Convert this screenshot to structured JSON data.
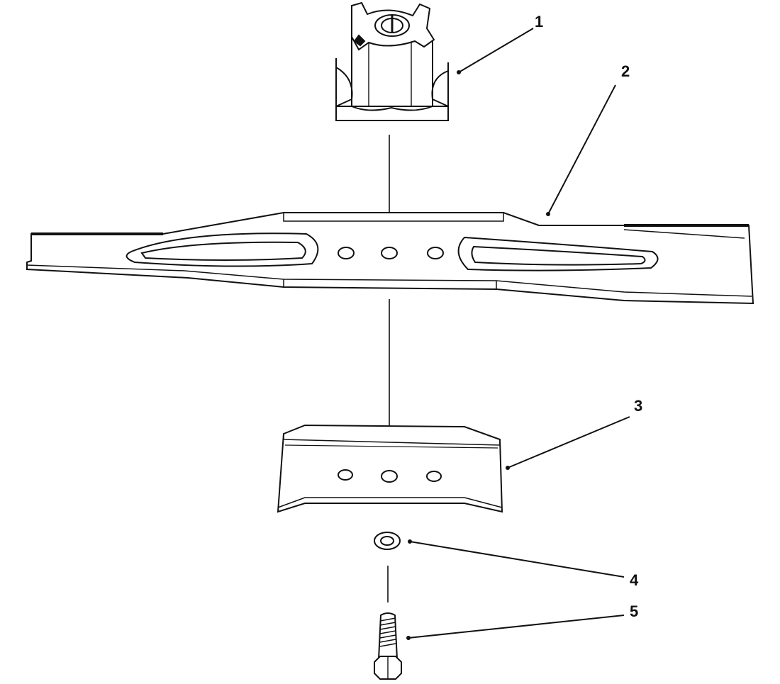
{
  "diagram": {
    "type": "exploded-parts-view",
    "parts": [
      {
        "id": "part-1",
        "callout": "1",
        "depicts": "blade-adapter"
      },
      {
        "id": "part-2",
        "callout": "2",
        "depicts": "mower-blade"
      },
      {
        "id": "part-3",
        "callout": "3",
        "depicts": "blade-stiffener-plate"
      },
      {
        "id": "part-4",
        "callout": "4",
        "depicts": "washer"
      },
      {
        "id": "part-5",
        "callout": "5",
        "depicts": "bolt"
      }
    ]
  },
  "colors": {
    "line": "#111111",
    "background": "#ffffff"
  }
}
